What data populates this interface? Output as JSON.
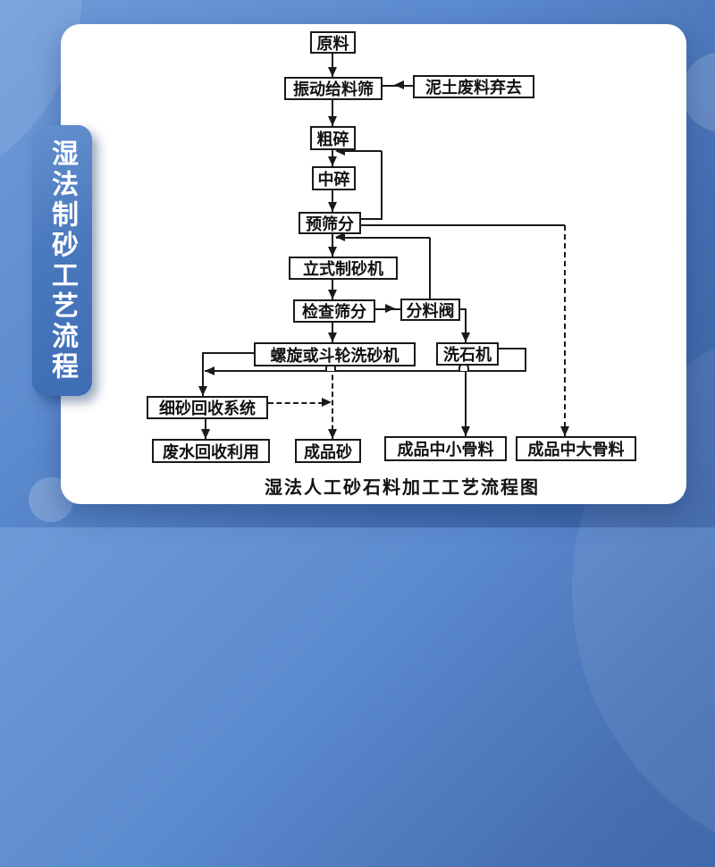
{
  "banner": {
    "title": "湿法制砂工艺流程"
  },
  "flowchart": {
    "caption": "湿法人工砂石料加工工艺流程图",
    "nodes": {
      "raw_material": "原料",
      "vibrating_feeder": "振动给料筛",
      "soil_waste_discard": "泥土废料弃去",
      "coarse_crushing": "粗碎",
      "medium_crushing": "中碎",
      "pre_screening": "预筛分",
      "vertical_sand_maker": "立式制砂机",
      "check_screening": "检查筛分",
      "splitter_valve": "分料阀",
      "spiral_bucket_sand_washer": "螺旋或斗轮洗砂机",
      "stone_washer": "洗石机",
      "fine_sand_recovery": "细砂回收系统",
      "wastewater_recycling": "废水回收利用",
      "finished_sand": "成品砂",
      "finished_medium_small_aggregate": "成品中小骨料",
      "finished_medium_large_aggregate": "成品中大骨料"
    },
    "edges": [
      "原料 → 振动给料筛",
      "振动给料筛 — 泥土废料弃去",
      "振动给料筛 → 粗碎",
      "粗碎 → 中碎",
      "中碎 → 预筛分",
      "预筛分 → 粗碎/中碎 (返回)",
      "预筛分 → 立式制砂机",
      "预筛分 → 成品中大骨料",
      "立式制砂机 → 检查筛分",
      "检查筛分 → 分料阀",
      "分料阀 → 立式制砂机 (返回)",
      "分料阀 → 洗石机",
      "检查筛分 → 螺旋或斗轮洗砂机",
      "螺旋或斗轮洗砂机 → 成品砂",
      "螺旋或斗轮洗砂机 → 细砂回收系统",
      "洗石机 → 成品中小骨料",
      "洗石机 → 细砂回收系统 (返回)",
      "细砂回收系统 → 成品砂",
      "细砂回收系统 → 废水回收利用"
    ]
  },
  "colors": {
    "background_top": "#6f9ad8",
    "background_bottom": "#3a63a4",
    "banner_blue": "#4a78bd",
    "card_white": "#ffffff",
    "line_black": "#1a1a1a"
  }
}
